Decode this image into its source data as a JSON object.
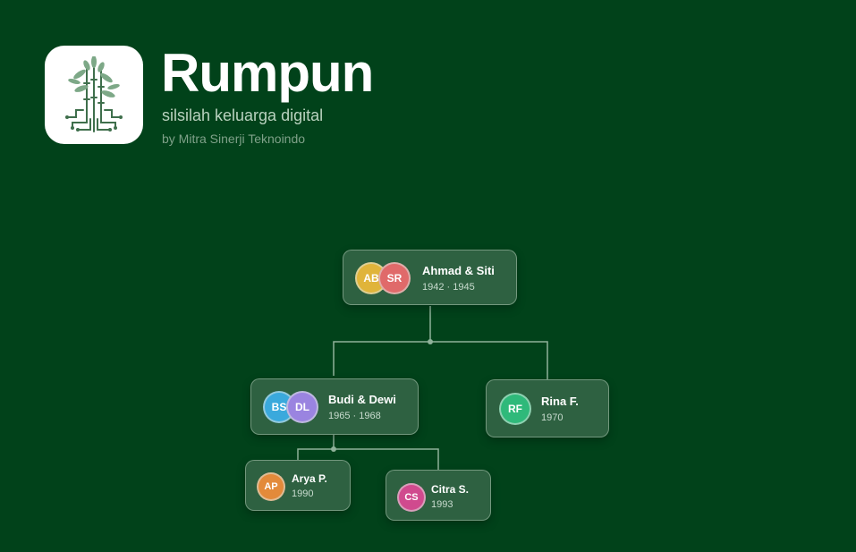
{
  "app": {
    "title": "Rumpun",
    "subtitle": "silsilah keluarga digital",
    "byline": "by Mitra Sinerji Teknoindo",
    "logo_icon": "bamboo-circuit-icon"
  },
  "colors": {
    "background": "#01421a",
    "connector": "#8fb29a"
  },
  "tree": {
    "root": {
      "name": "Ahmad & Siti",
      "years": "1942 · 1945",
      "avatars": [
        {
          "initials": "AB",
          "color": "#e0b43a"
        },
        {
          "initials": "SR",
          "color": "#e06a6a"
        }
      ]
    },
    "couple": {
      "name": "Budi & Dewi",
      "years": "1965 · 1968",
      "avatars": [
        {
          "initials": "BS",
          "color": "#3aa9dc"
        },
        {
          "initials": "DL",
          "color": "#9a84e0"
        }
      ]
    },
    "sibling": {
      "name": "Rina F.",
      "years": "1970",
      "avatars": [
        {
          "initials": "RF",
          "color": "#2fb97a"
        }
      ]
    },
    "child1": {
      "name": "Arya P.",
      "years": "1990",
      "avatars": [
        {
          "initials": "AP",
          "color": "#e38a3a"
        }
      ]
    },
    "child2": {
      "name": "Citra S.",
      "years": "1993",
      "avatars": [
        {
          "initials": "CS",
          "color": "#d04a8e"
        }
      ]
    }
  }
}
